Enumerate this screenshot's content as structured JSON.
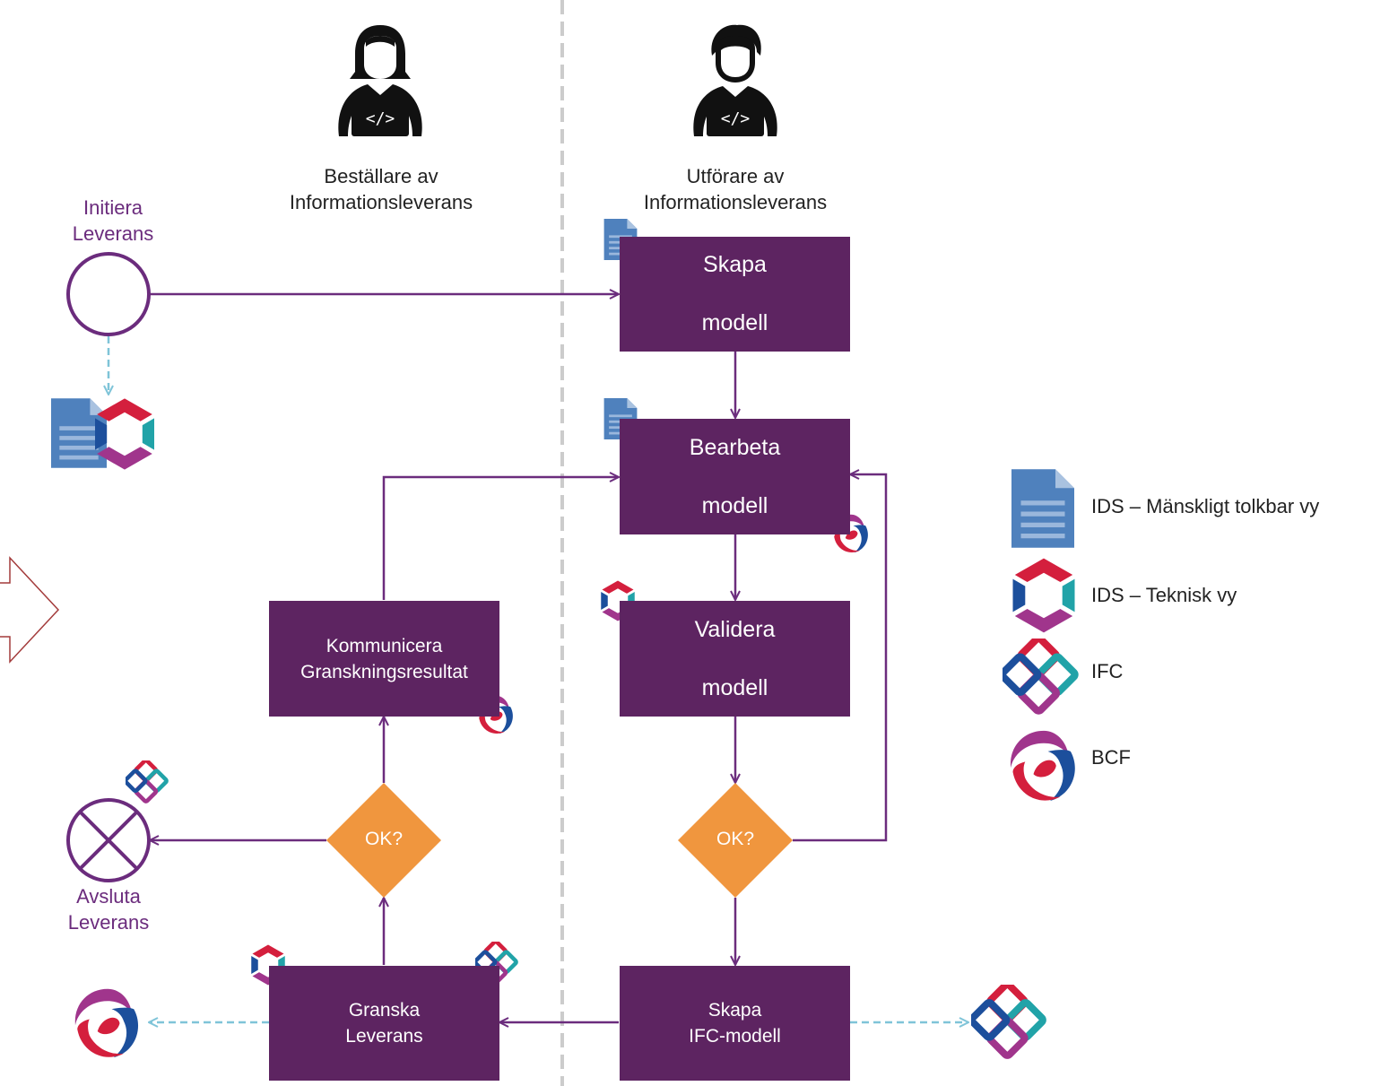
{
  "lanes": {
    "left_role": "Beställare av Informationsleverans",
    "left_role_line1": "Beställare av",
    "left_role_line2": "Informationsleverans",
    "right_role_line1": "Utförare av",
    "right_role_line2": "Informationsleverans"
  },
  "events": {
    "start_line1": "Initiera",
    "start_line2": "Leverans",
    "end_line1": "Avsluta",
    "end_line2": "Leverans"
  },
  "tasks": {
    "skapa_line1": "Skapa",
    "skapa_line2": "modell",
    "bearbeta_line1": "Bearbeta",
    "bearbeta_line2": "modell",
    "validera_line1": "Validera",
    "validera_line2": "modell",
    "ifc_line1": "Skapa",
    "ifc_line2": "IFC-modell",
    "granska_line1": "Granska",
    "granska_line2": "Leverans",
    "kommunicera_line1": "Kommunicera",
    "kommunicera_line2": "Granskningsresultat"
  },
  "gateways": {
    "right": "OK?",
    "left": "OK?"
  },
  "legend": {
    "ids_human": "IDS – Mänskligt tolkbar vy",
    "ids_tech": "IDS – Teknisk vy",
    "ifc": "IFC",
    "bcf": "BCF"
  },
  "colors": {
    "task_fill": "#5d2461",
    "flow_line": "#6b2c7d",
    "gateway_fill": "#f0963e",
    "data_flow": "#7fc4d8",
    "lane_divider": "#cccccc",
    "doc_icon": "#4f81bd"
  }
}
